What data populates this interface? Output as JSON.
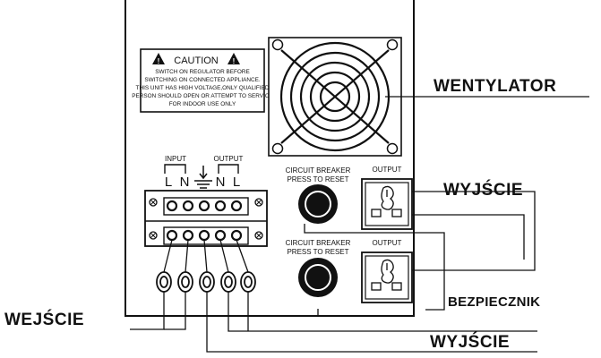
{
  "caution": {
    "title": "CAUTION",
    "lines": [
      "SWITCH ON REGULATOR BEFORE",
      "SWITCHING ON CONNECTED APPLIANCE.",
      "THIS UNIT HAS HIGH VOLTAGE,ONLY QUALIFIED",
      "PERSON SHOULD OPEN OR ATTEMPT TO SERVICE",
      "FOR INDOOR USE ONLY"
    ]
  },
  "terminals": {
    "input_label": "INPUT",
    "output_label": "OUTPUT",
    "letters": [
      "L",
      "N",
      "N",
      "L"
    ]
  },
  "breakers": [
    {
      "line1": "CIRCUIT BREAKER",
      "line2": "PRESS TO RESET"
    },
    {
      "line1": "CIRCUIT BREAKER",
      "line2": "PRESS TO RESET"
    }
  ],
  "sockets": [
    {
      "label": "OUTPUT"
    },
    {
      "label": "OUTPUT"
    }
  ],
  "callouts": {
    "fan": "WENTYLATOR",
    "output_top": "WYJŚCIE",
    "fuse": "BEZPIECZNIK",
    "input": "WEJŚCIE",
    "output_bottom": "WYJŚCIE"
  }
}
